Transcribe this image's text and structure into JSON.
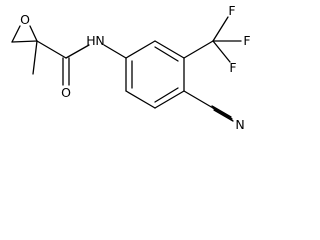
{
  "molecule": {
    "atoms": {
      "oxygen_ring": "O",
      "nitrogen_h": "H",
      "nitrogen": "N",
      "oxygen_carbonyl": "O",
      "fluorine_1": "F",
      "fluorine_2": "F",
      "fluorine_3": "F",
      "nitrogen_nitrile": "N"
    }
  }
}
